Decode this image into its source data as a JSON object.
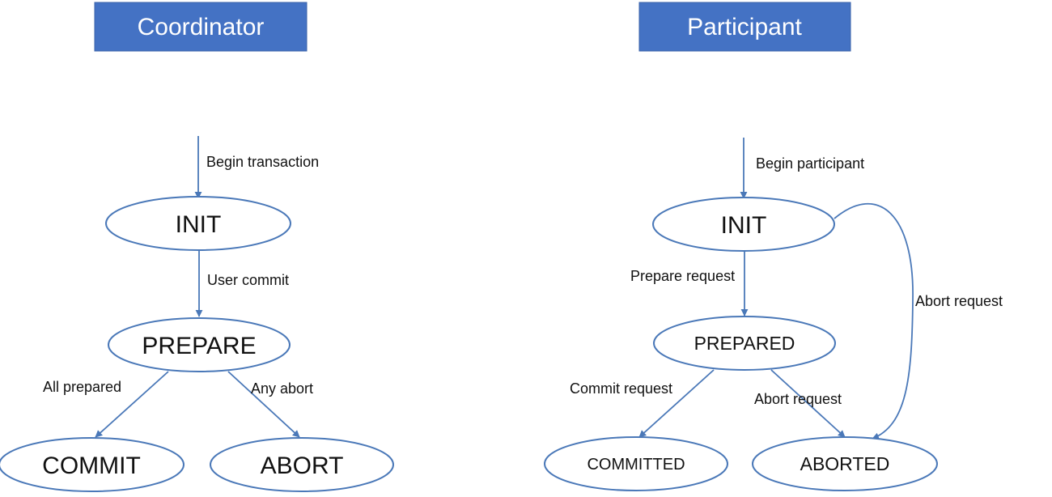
{
  "coordinator": {
    "title": "Coordinator",
    "states": {
      "init": "INIT",
      "prepare": "PREPARE",
      "commit": "COMMIT",
      "abort": "ABORT"
    },
    "edges": {
      "begin": "Begin transaction",
      "user_commit": "User commit",
      "all_prepared": "All prepared",
      "any_abort": "Any abort"
    }
  },
  "participant": {
    "title": "Participant",
    "states": {
      "init": "INIT",
      "prepared": "PREPARED",
      "committed": "COMMITTED",
      "aborted": "ABORTED"
    },
    "edges": {
      "begin": "Begin participant",
      "prepare_request": "Prepare request",
      "commit_request": "Commit request",
      "abort_request_prepared": "Abort  request",
      "abort_request_init": "Abort  request"
    }
  },
  "colors": {
    "title_fill": "#4472c4",
    "stroke": "#4a78b8"
  }
}
